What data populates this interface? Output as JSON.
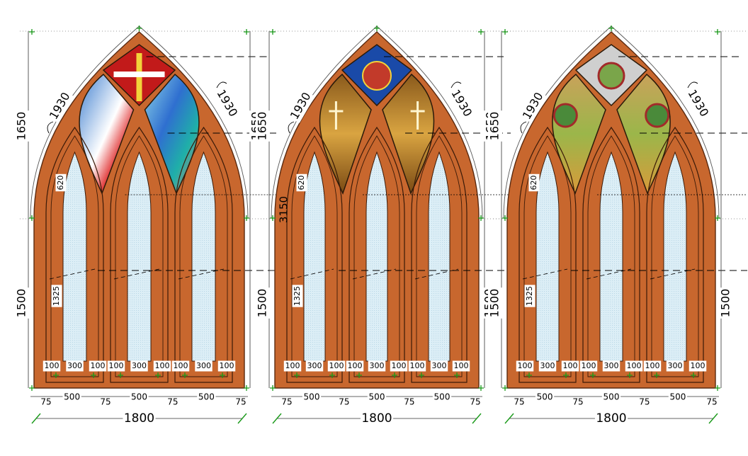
{
  "windows": [
    {
      "name": "window-abstract",
      "glass": "abstract",
      "dims": {
        "height_upper": "1650",
        "height_upper_right": "1650",
        "height_lower": "1500",
        "height_lower_right": "",
        "total_height": "",
        "arc_left": "1930",
        "arc_right": "1930",
        "inner_arc": "620",
        "lancet_height": "1325",
        "frame_left": "75",
        "pane_width": "500",
        "mullion": "75",
        "frame_right": "75",
        "bottom_labels": [
          "100",
          "300",
          "100"
        ],
        "total_width": "1800"
      }
    },
    {
      "name": "window-cross",
      "glass": "cross",
      "dims": {
        "height_upper": "1650",
        "height_upper_right": "1650",
        "height_lower": "1500",
        "height_lower_right": "1500",
        "total_height": "3150",
        "arc_left": "1930",
        "arc_right": "1930",
        "inner_arc": "620",
        "lancet_height": "1325",
        "frame_left": "75",
        "pane_width": "500",
        "mullion": "75",
        "frame_right": "75",
        "bottom_labels": [
          "100",
          "300",
          "100"
        ],
        "total_width": "1800"
      }
    },
    {
      "name": "window-rosette",
      "glass": "rosette",
      "dims": {
        "height_upper": "1650",
        "height_upper_right": "",
        "height_lower": "1500",
        "height_lower_right": "1500",
        "total_height": "",
        "arc_left": "1930",
        "arc_right": "1930",
        "inner_arc": "620",
        "lancet_height": "1325",
        "frame_left": "75",
        "pane_width": "500",
        "mullion": "75",
        "frame_right": "75",
        "bottom_labels": [
          "100",
          "300",
          "100"
        ],
        "total_width": "1800"
      }
    }
  ],
  "colors": {
    "frame": "#c8672e",
    "frame_edge": "#5a2a10",
    "pane": "#dceef6",
    "dimension": "#000000",
    "marker": "#1a9a1a"
  }
}
